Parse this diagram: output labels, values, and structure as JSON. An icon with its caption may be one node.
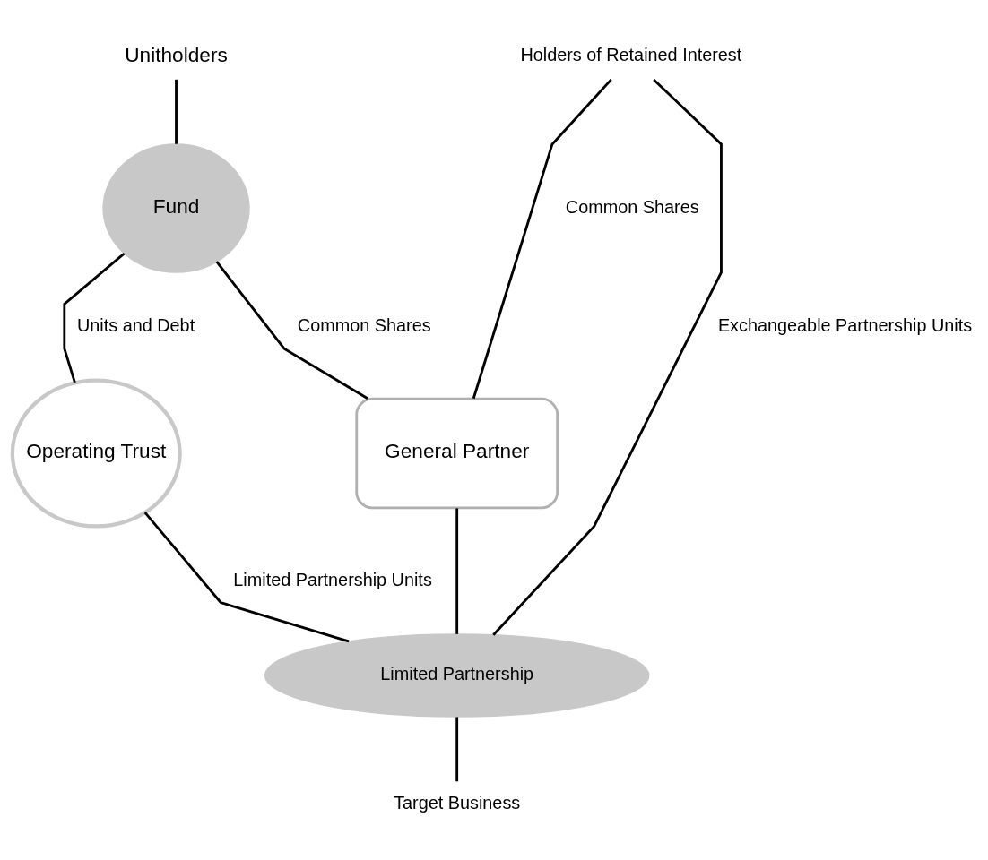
{
  "diagram": {
    "nodes": [
      {
        "text": [
          "Unitholders"
        ]
      },
      {
        "text": [
          "Holders of Retained Interest"
        ]
      },
      {
        "text": [
          "Fund"
        ]
      },
      {
        "text": [
          "Operating Trust"
        ]
      },
      {
        "text": [
          "General Partner"
        ]
      },
      {
        "text": [
          "Limited Partnership"
        ]
      },
      {
        "text": [
          "Target Business"
        ]
      }
    ],
    "edges": [
      {
        "from": 0,
        "to": 2,
        "arrow": "none"
      },
      {
        "from": 1,
        "to": 4,
        "arrow": "none",
        "label": "Common Shares"
      },
      {
        "from": 2,
        "to": 4,
        "arrow": "none",
        "label": "Common Shares"
      },
      {
        "from": 2,
        "to": 3,
        "arrow": "none",
        "label": "Units and Debt"
      },
      {
        "from": 1,
        "to": 5,
        "arrow": "none",
        "label": "Exchangeable Partnership Units"
      },
      {
        "from": 4,
        "to": 5,
        "arrow": "none"
      },
      {
        "from": 3,
        "to": 5,
        "arrow": "none",
        "label": "Limited Partnership Units"
      },
      {
        "from": 5,
        "to": 6,
        "arrow": "none"
      }
    ]
  }
}
